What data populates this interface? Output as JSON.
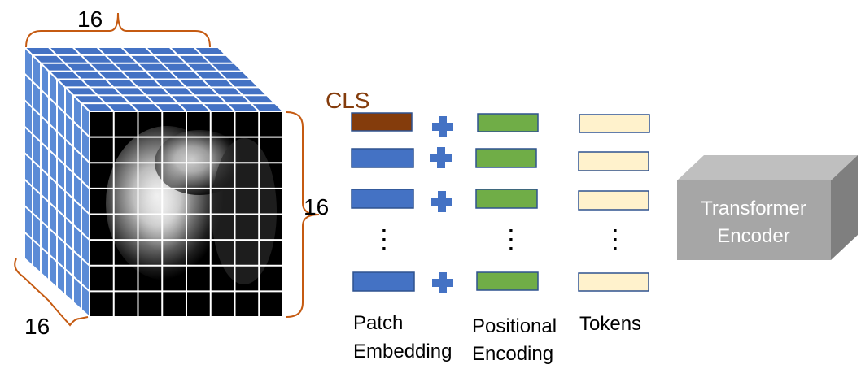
{
  "cube": {
    "top_label": "16",
    "right_label": "16",
    "bottom_label": "16"
  },
  "cls_label": "CLS",
  "rows": [
    {
      "embedding": "cls"
    },
    {
      "embedding": "patch"
    },
    {
      "embedding": "patch"
    },
    {
      "embedding": "ellipsis"
    },
    {
      "embedding": "patch"
    }
  ],
  "ellipsis": "⋮",
  "column_labels": {
    "patch_embedding": [
      "Patch",
      "Embedding"
    ],
    "positional_encoding": [
      "Positional",
      "Encoding"
    ],
    "tokens": "Tokens"
  },
  "encoder": {
    "line1": "Transformer",
    "line2": "Encoder"
  },
  "colors": {
    "cls": "#843C0C",
    "patch": "#4472C4",
    "positional": "#70AD47",
    "token": "#FFF2CC",
    "plus": "#4472C4",
    "brace": "#C55A11",
    "encoder_front": "#A6A6A6",
    "encoder_top": "#BFBFBF",
    "encoder_side": "#7F7F7F"
  }
}
